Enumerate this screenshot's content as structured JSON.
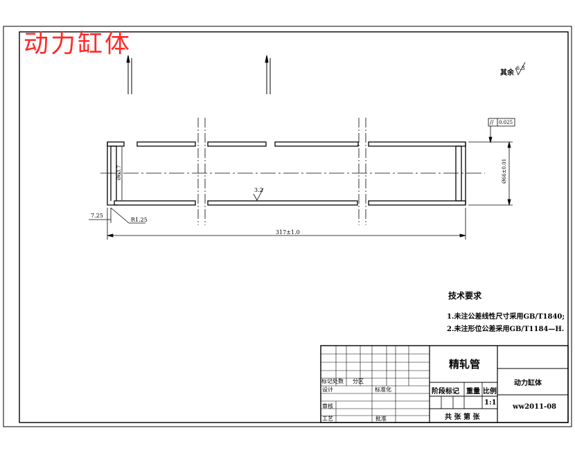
{
  "drawing": {
    "title_stamp": "动力缸体",
    "surface_other": "其余",
    "surface_other_value": "6.3",
    "surface_inner": "3.2",
    "tolerance_symbol": "//",
    "tolerance_value": "0.025",
    "dim_length": "317±1.0",
    "dim_outer_diameter": "Ø66±0.01",
    "dim_inner_diameter": "Ø63.7",
    "dim_left_offset": "7.25",
    "dim_radius": "R1.25"
  },
  "tech_requirements": {
    "heading": "技术要求",
    "items": [
      "1.未注公差线性尺寸采用GB/T1840;",
      "2.未注形位公差采用GB/T1184—H."
    ]
  },
  "title_block": {
    "part_name": "精轧管",
    "assembly_name": "动力缸体",
    "drawing_number": "ww2011-08",
    "scale": "1:1",
    "col_stage": "阶段标记",
    "col_weight": "重量",
    "col_scale": "比例",
    "row_revision": "标记处数",
    "row_zone": "分区",
    "row_design": "设计",
    "row_standard": "标准化",
    "row_review": "审核",
    "row_process": "工艺",
    "row_approve": "批准",
    "sheets": "共 张 第 张"
  }
}
